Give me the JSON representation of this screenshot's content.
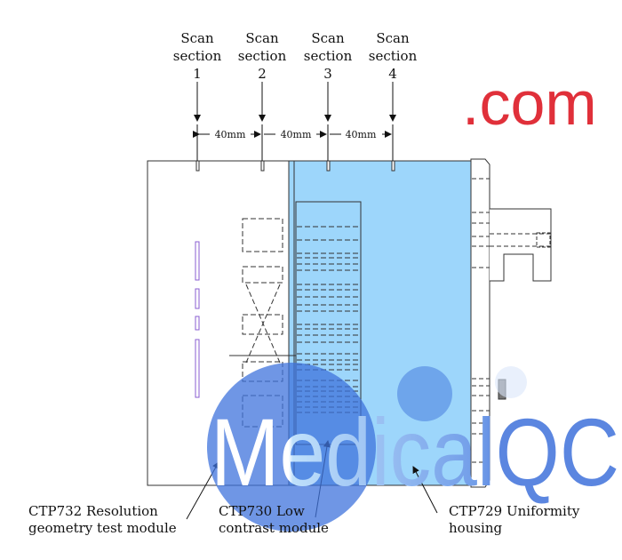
{
  "scan_sections": [
    {
      "line1": "Scan",
      "line2": "section",
      "num": "1"
    },
    {
      "line1": "Scan",
      "line2": "section",
      "num": "2"
    },
    {
      "line1": "Scan",
      "line2": "section",
      "num": "3"
    },
    {
      "line1": "Scan",
      "line2": "section",
      "num": "4"
    }
  ],
  "dimensions": [
    "40mm",
    "40mm",
    "40mm"
  ],
  "modules": [
    {
      "line1": "CTP732 Resolution",
      "line2": "geometry test module"
    },
    {
      "line1": "CTP730 Low",
      "line2": "contrast module"
    },
    {
      "line1": "CTP729 Uniformity",
      "line2": "housing"
    }
  ],
  "watermark": {
    "text": "MedicalQC",
    "suffix": ".com"
  },
  "colors": {
    "housing": "#9dd6fb",
    "watermark_blue": "#3f73dc",
    "watermark_red": "#e0303a",
    "targets": "#8a5cd0"
  }
}
